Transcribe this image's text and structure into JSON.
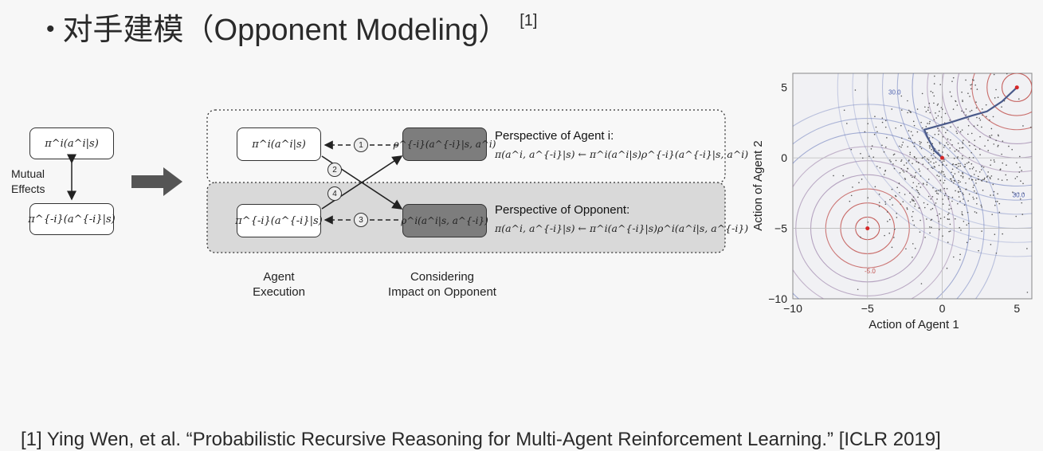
{
  "title": {
    "bullet": "•",
    "text": "对手建模（Opponent Modeling）",
    "ref_mark": "[1]"
  },
  "left_diagram": {
    "top_box": "π^i(a^i|s)",
    "bottom_box": "π^{-i}(a^{-i}|s)",
    "mutual_label_1": "Mutual",
    "mutual_label_2": "Effects"
  },
  "main_diagram": {
    "agent_policy": "π^i(a^i|s)",
    "opponent_policy": "π^{-i}(a^{-i}|s)",
    "rho_opp": "ρ^{-i}(a^{-i}|s, a^i)",
    "rho_agent": "ρ^i(a^i|s, a^{-i})",
    "step1": "1",
    "step2": "2",
    "step3": "3",
    "step4": "4",
    "persp_agent_title": "Perspective of Agent i:",
    "persp_agent_formula": "π(a^i, a^{-i}|s) ← π^i(a^i|s)ρ^{-i}(a^{-i}|s, a^i)",
    "persp_opp_title": "Perspective of Opponent:",
    "persp_opp_formula": "π(a^i, a^{-i}|s) ← π^i(a^{-i}|s)ρ^i(a^i|s, a^{-i})",
    "agent_exec_1": "Agent",
    "agent_exec_2": "Execution",
    "consider_1": "Considering",
    "consider_2": "Impact on Opponent"
  },
  "chart_data": {
    "type": "scatter",
    "xlabel": "Action of Agent 1",
    "ylabel": "Action of Agent 2",
    "xlim": [
      -10,
      6
    ],
    "ylim": [
      -10,
      6
    ],
    "xticks": [
      "−10",
      "−5",
      "0",
      "5"
    ],
    "yticks": [
      "−10",
      "−5",
      "0",
      "5"
    ],
    "optima": [
      {
        "x": 5,
        "y": 5
      },
      {
        "x": -5,
        "y": -5
      },
      {
        "x": 0,
        "y": 0
      }
    ],
    "trajectory": [
      [
        0,
        0
      ],
      [
        -0.5,
        0.5
      ],
      [
        -1,
        1.5
      ],
      [
        -1.2,
        2
      ],
      [
        0.5,
        2.5
      ],
      [
        2,
        3
      ],
      [
        3,
        3.3
      ],
      [
        4,
        4
      ],
      [
        5,
        5
      ]
    ],
    "contour_labels": [
      "30.0",
      "30.0",
      "-5.0"
    ],
    "colors": {
      "warm": "#c0504d",
      "cool": "#4a5fae",
      "points": "#555555",
      "trajectory": "#4a5a8a"
    }
  },
  "reference": "[1] Ying Wen, et al. “Probabilistic Recursive Reasoning for Multi-Agent Reinforcement Learning.” [ICLR 2019]"
}
